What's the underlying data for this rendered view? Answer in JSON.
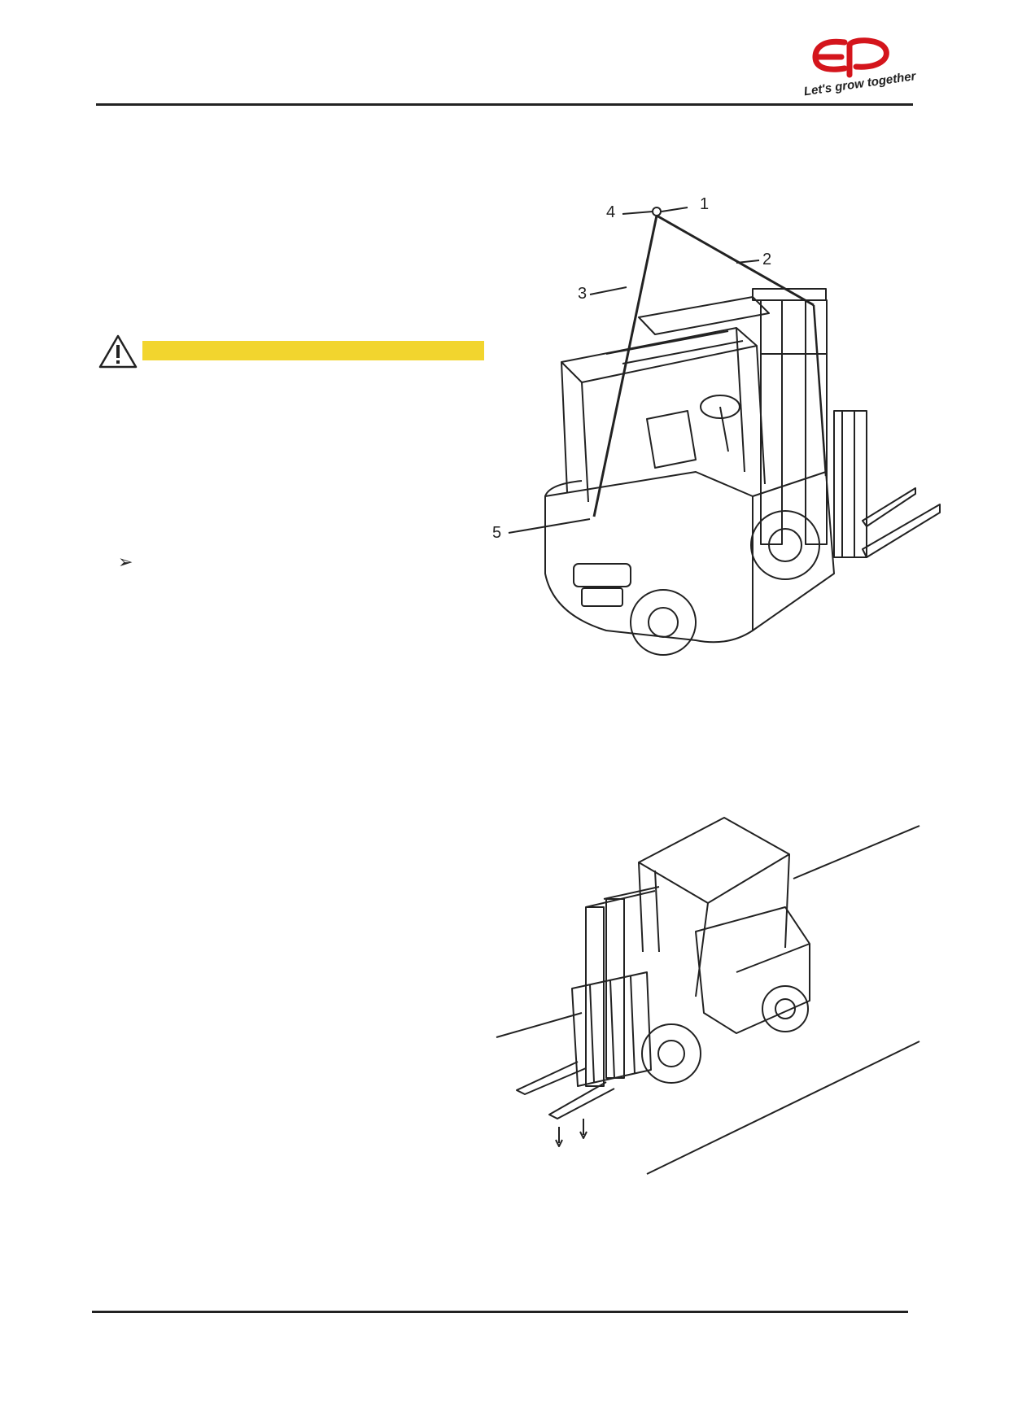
{
  "header": {
    "brand_wordmark": "EP",
    "brand_slogan": "Let's grow together",
    "brand_color": "#d4151c"
  },
  "warning": {
    "icon": "warning-triangle-icon",
    "bar_color": "#f2d52e"
  },
  "bullet": {
    "icon": "arrowhead-bullet-icon",
    "glyph": "➢"
  },
  "figure_lifting": {
    "callouts": [
      "1",
      "2",
      "3",
      "4",
      "5"
    ]
  }
}
